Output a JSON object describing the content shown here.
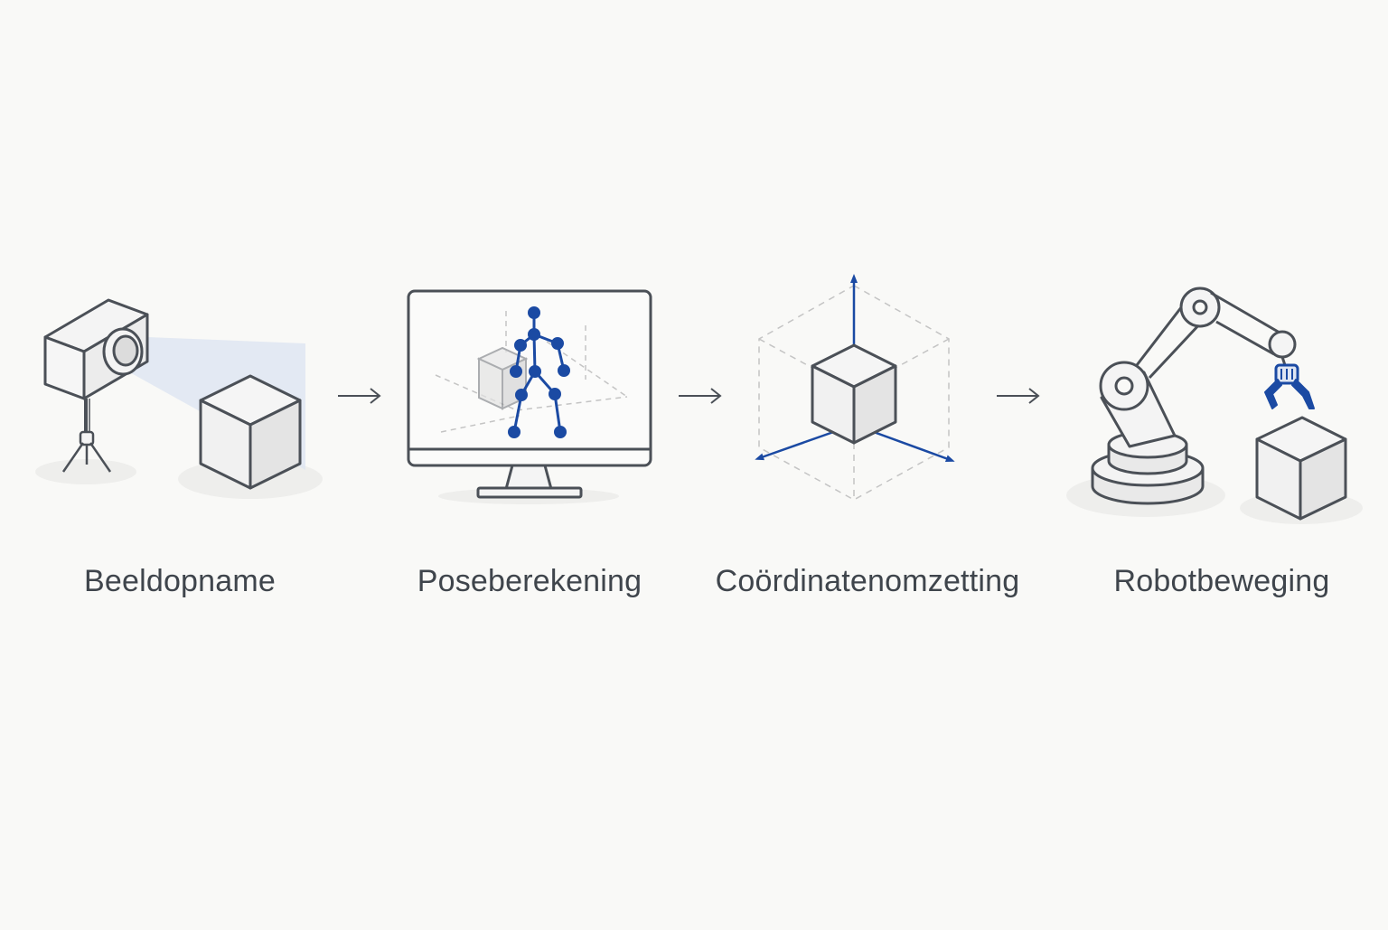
{
  "colors": {
    "background": "#f9f9f7",
    "line": "#4b5057",
    "accent": "#1b4aa3",
    "beam": "#dde5f1",
    "shadow": "#eeeeec",
    "cube_face_light": "#f4f4f4",
    "cube_face_dark": "#e6e6e6",
    "dashed": "#c4c4c4"
  },
  "steps": [
    {
      "label": "Beeldopname",
      "icon": "camera-capture-icon"
    },
    {
      "label": "Poseberekening",
      "icon": "monitor-pose-icon"
    },
    {
      "label": "Coördinatenomzetting",
      "icon": "coordinate-axes-icon"
    },
    {
      "label": "Robotbeweging",
      "icon": "robot-arm-icon"
    }
  ],
  "connectors": [
    "arrow-right-icon",
    "arrow-right-icon",
    "arrow-right-icon"
  ]
}
